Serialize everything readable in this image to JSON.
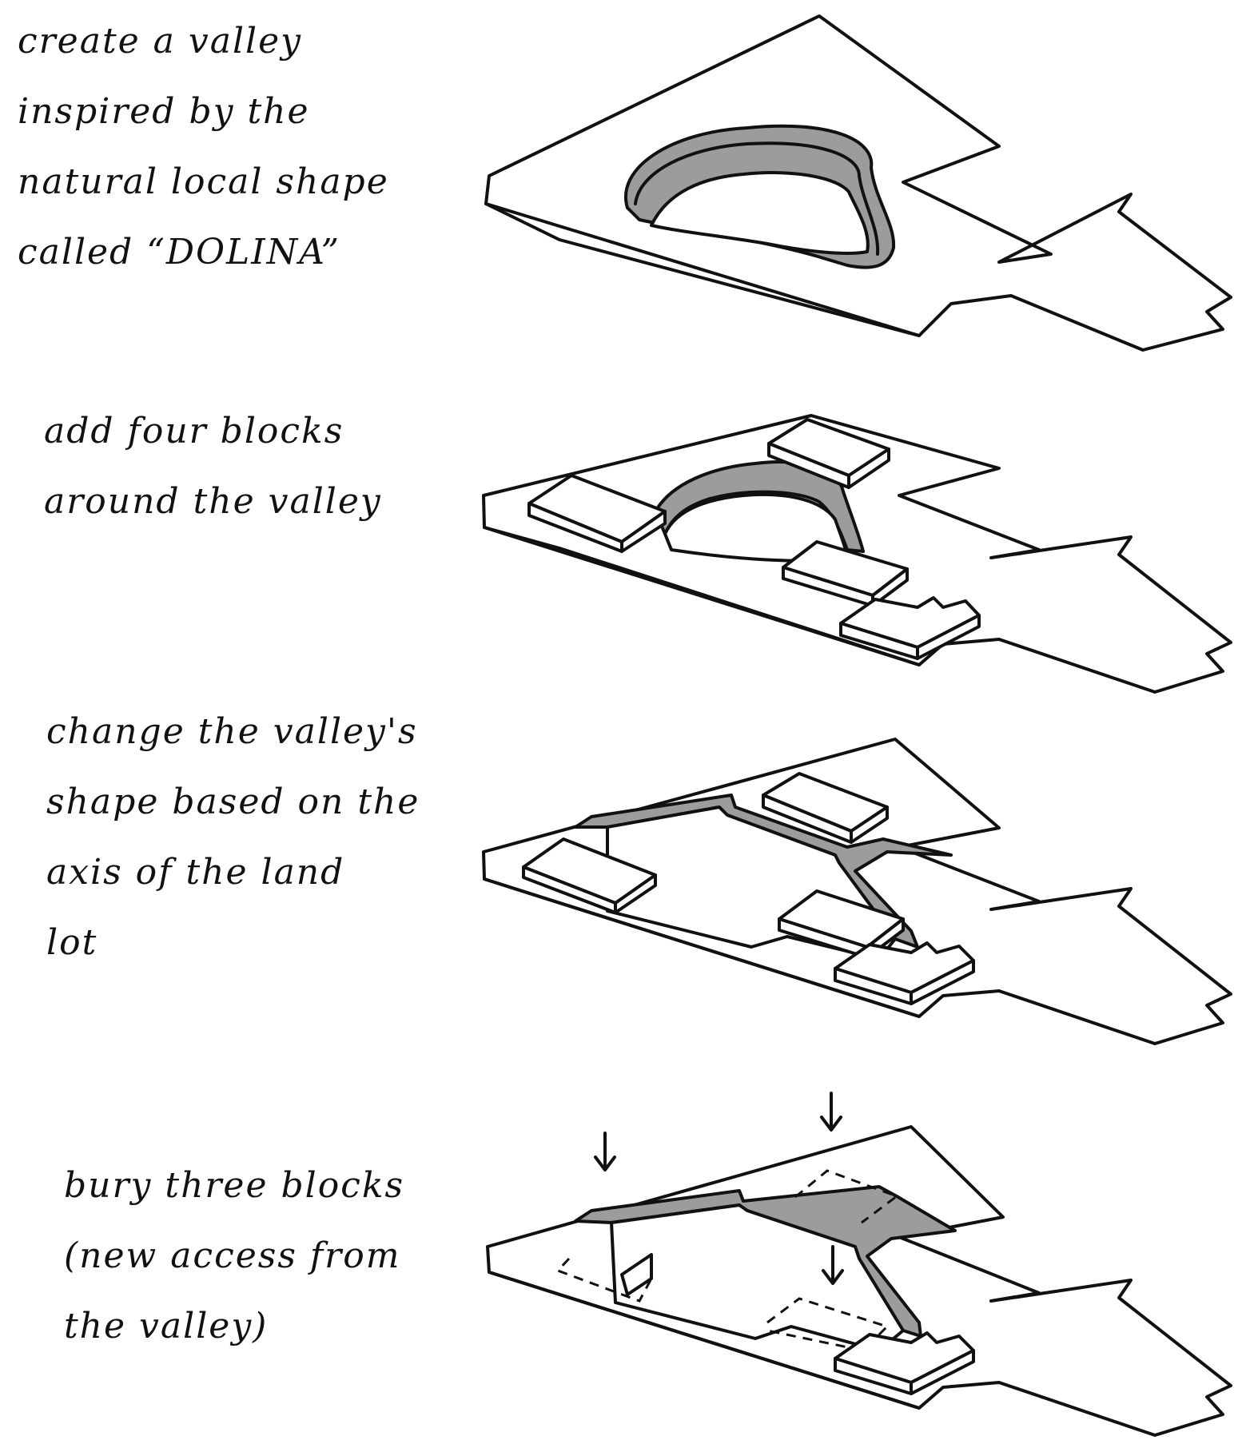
{
  "steps": [
    {
      "lines": [
        "create a valley",
        "inspired by the",
        "natural local shape",
        "called “DOLINA”"
      ]
    },
    {
      "lines": [
        "add four blocks",
        "around the valley"
      ]
    },
    {
      "lines": [
        "change the valley's",
        "shape based on the",
        "axis of the land",
        "lot"
      ]
    },
    {
      "lines": [
        "bury three blocks",
        "(new access from",
        "the valley)"
      ]
    }
  ],
  "colors": {
    "ink": "#111111",
    "shading": "#9c9c9c",
    "paper": "#ffffff"
  },
  "icons": [
    "down-arrow-icon"
  ]
}
